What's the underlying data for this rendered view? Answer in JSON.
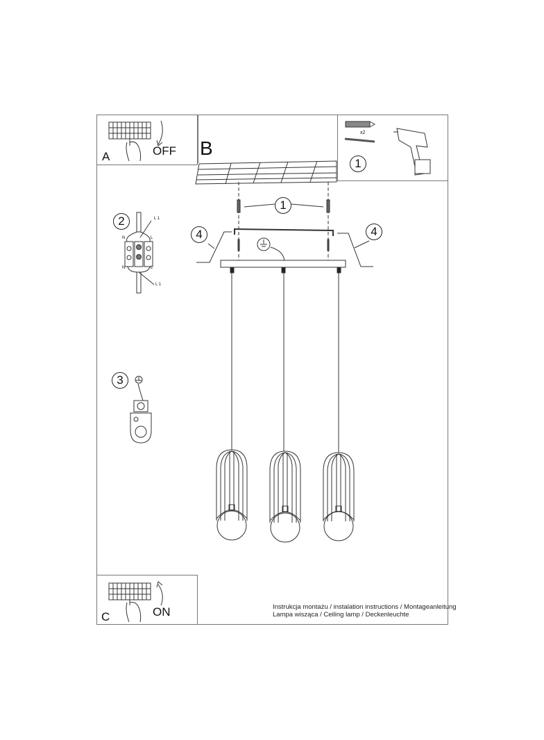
{
  "panels": {
    "a": {
      "letter": "A",
      "state": "OFF"
    },
    "b": {
      "letter": "B"
    },
    "c": {
      "letter": "C",
      "state": "ON"
    },
    "tools": {
      "quantity": "x2",
      "step": "1"
    }
  },
  "steps": {
    "screws": "1",
    "cover_left": "4",
    "cover_right": "4",
    "wiring": "2",
    "ground": "3"
  },
  "wiring_labels": {
    "n_top": "N",
    "n_bottom": "N",
    "l_top": "L",
    "l_bottom": "L",
    "l1_top": "L 1",
    "l1_bottom": "L 1"
  },
  "caption": {
    "line1": "Instrukcja montażu / instalation instructions / Montageanleitung",
    "line2": "Lampa wisząca / Ceiling lamp / Deckenleuchte"
  }
}
